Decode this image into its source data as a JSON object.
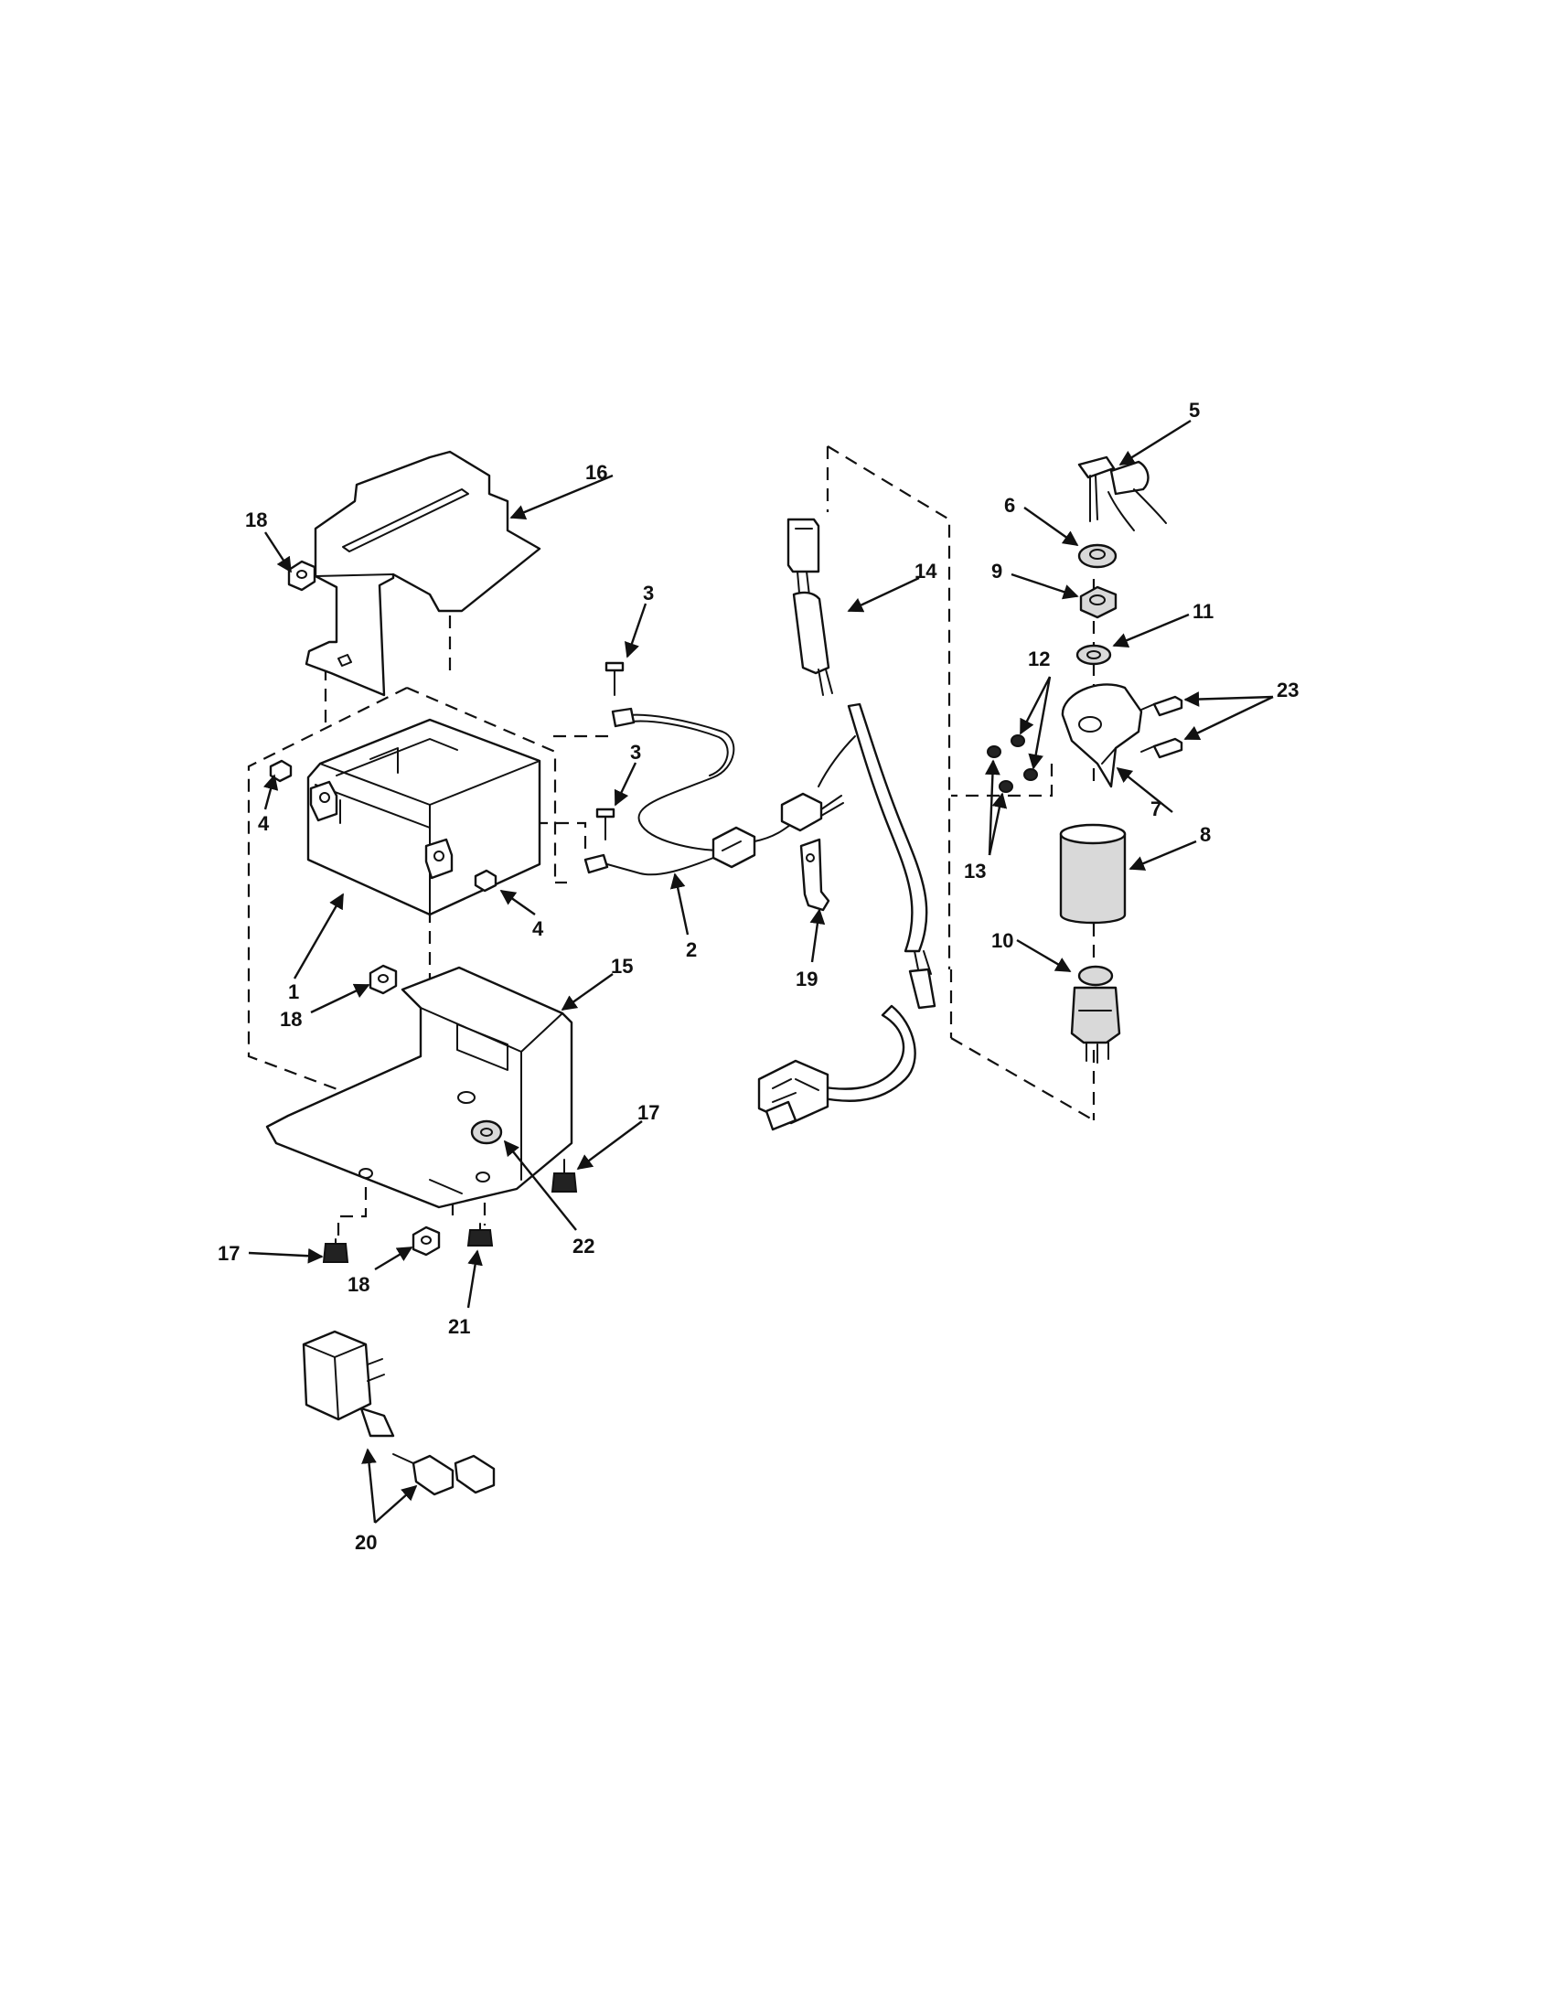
{
  "callouts": {
    "n1": "1",
    "n2": "2",
    "n3a": "3",
    "n3b": "3",
    "n4a": "4",
    "n4b": "4",
    "n5": "5",
    "n6": "6",
    "n7": "7",
    "n8": "8",
    "n9": "9",
    "n10": "10",
    "n11": "11",
    "n12": "12",
    "n13": "13",
    "n14": "14",
    "n15": "15",
    "n16": "16",
    "n17a": "17",
    "n17b": "17",
    "n18a": "18",
    "n18b": "18",
    "n18c": "18",
    "n19": "19",
    "n20": "20",
    "n21": "21",
    "n22": "22",
    "n23": "23"
  }
}
